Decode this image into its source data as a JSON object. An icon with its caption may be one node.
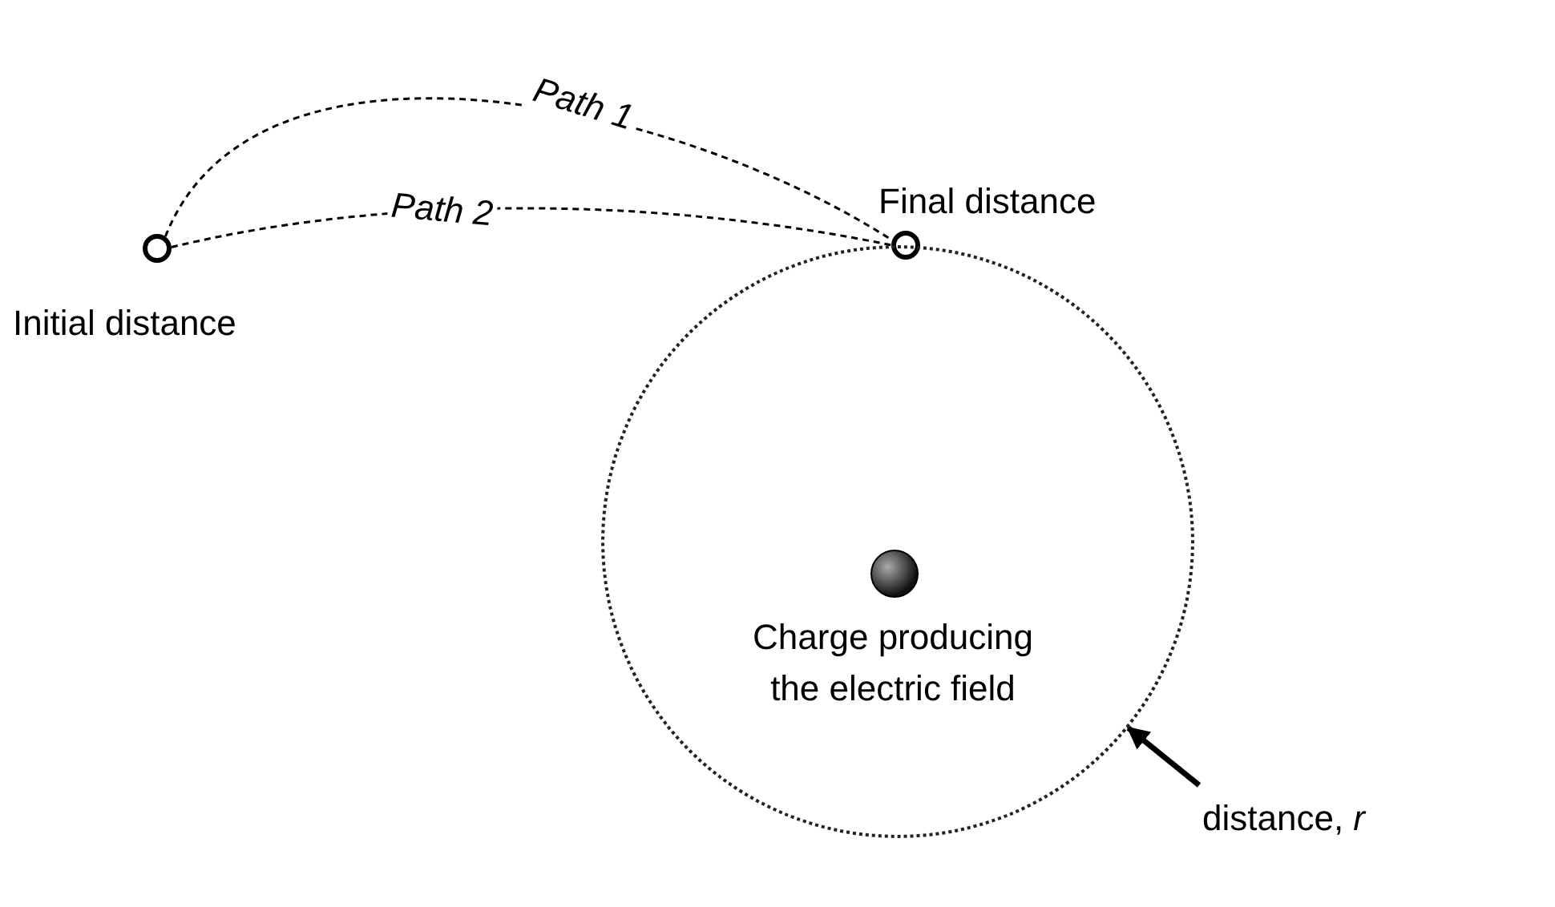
{
  "diagram": {
    "nodes": [
      {
        "text": [],
        "shape": "circle",
        "beside": [
          "Initial distance"
        ]
      },
      {
        "text": [],
        "shape": "circle",
        "beside": [
          "Final distance"
        ]
      },
      {
        "text": [],
        "shape": "circle"
      },
      {
        "text": [],
        "shape": "circle",
        "beside": [
          "Charge producing the electric field"
        ],
        "in": 2
      },
      {
        "text": [
          "distance, *r*"
        ]
      }
    ],
    "edges": [
      {
        "from": 0,
        "to": 1,
        "arrow": "none",
        "label": "Path 1",
        "style": "dashed"
      },
      {
        "from": 0,
        "to": 1,
        "arrow": "none",
        "label": "Path 2",
        "style": "dashed"
      },
      {
        "from": 4,
        "to": 2,
        "arrow": "to",
        "style": "thick"
      }
    ]
  }
}
